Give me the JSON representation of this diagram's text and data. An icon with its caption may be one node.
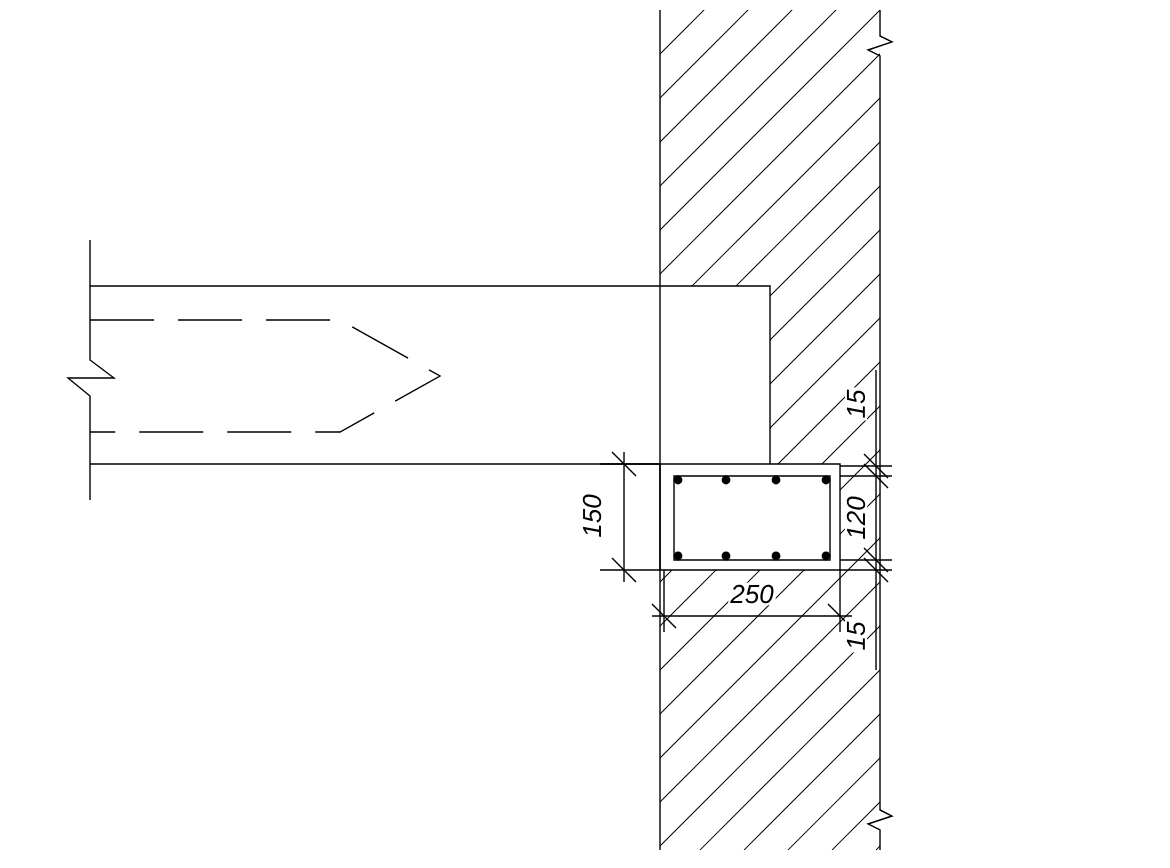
{
  "diagram": {
    "labels": [
      "15",
      "150",
      "120",
      "250",
      "15"
    ]
  }
}
